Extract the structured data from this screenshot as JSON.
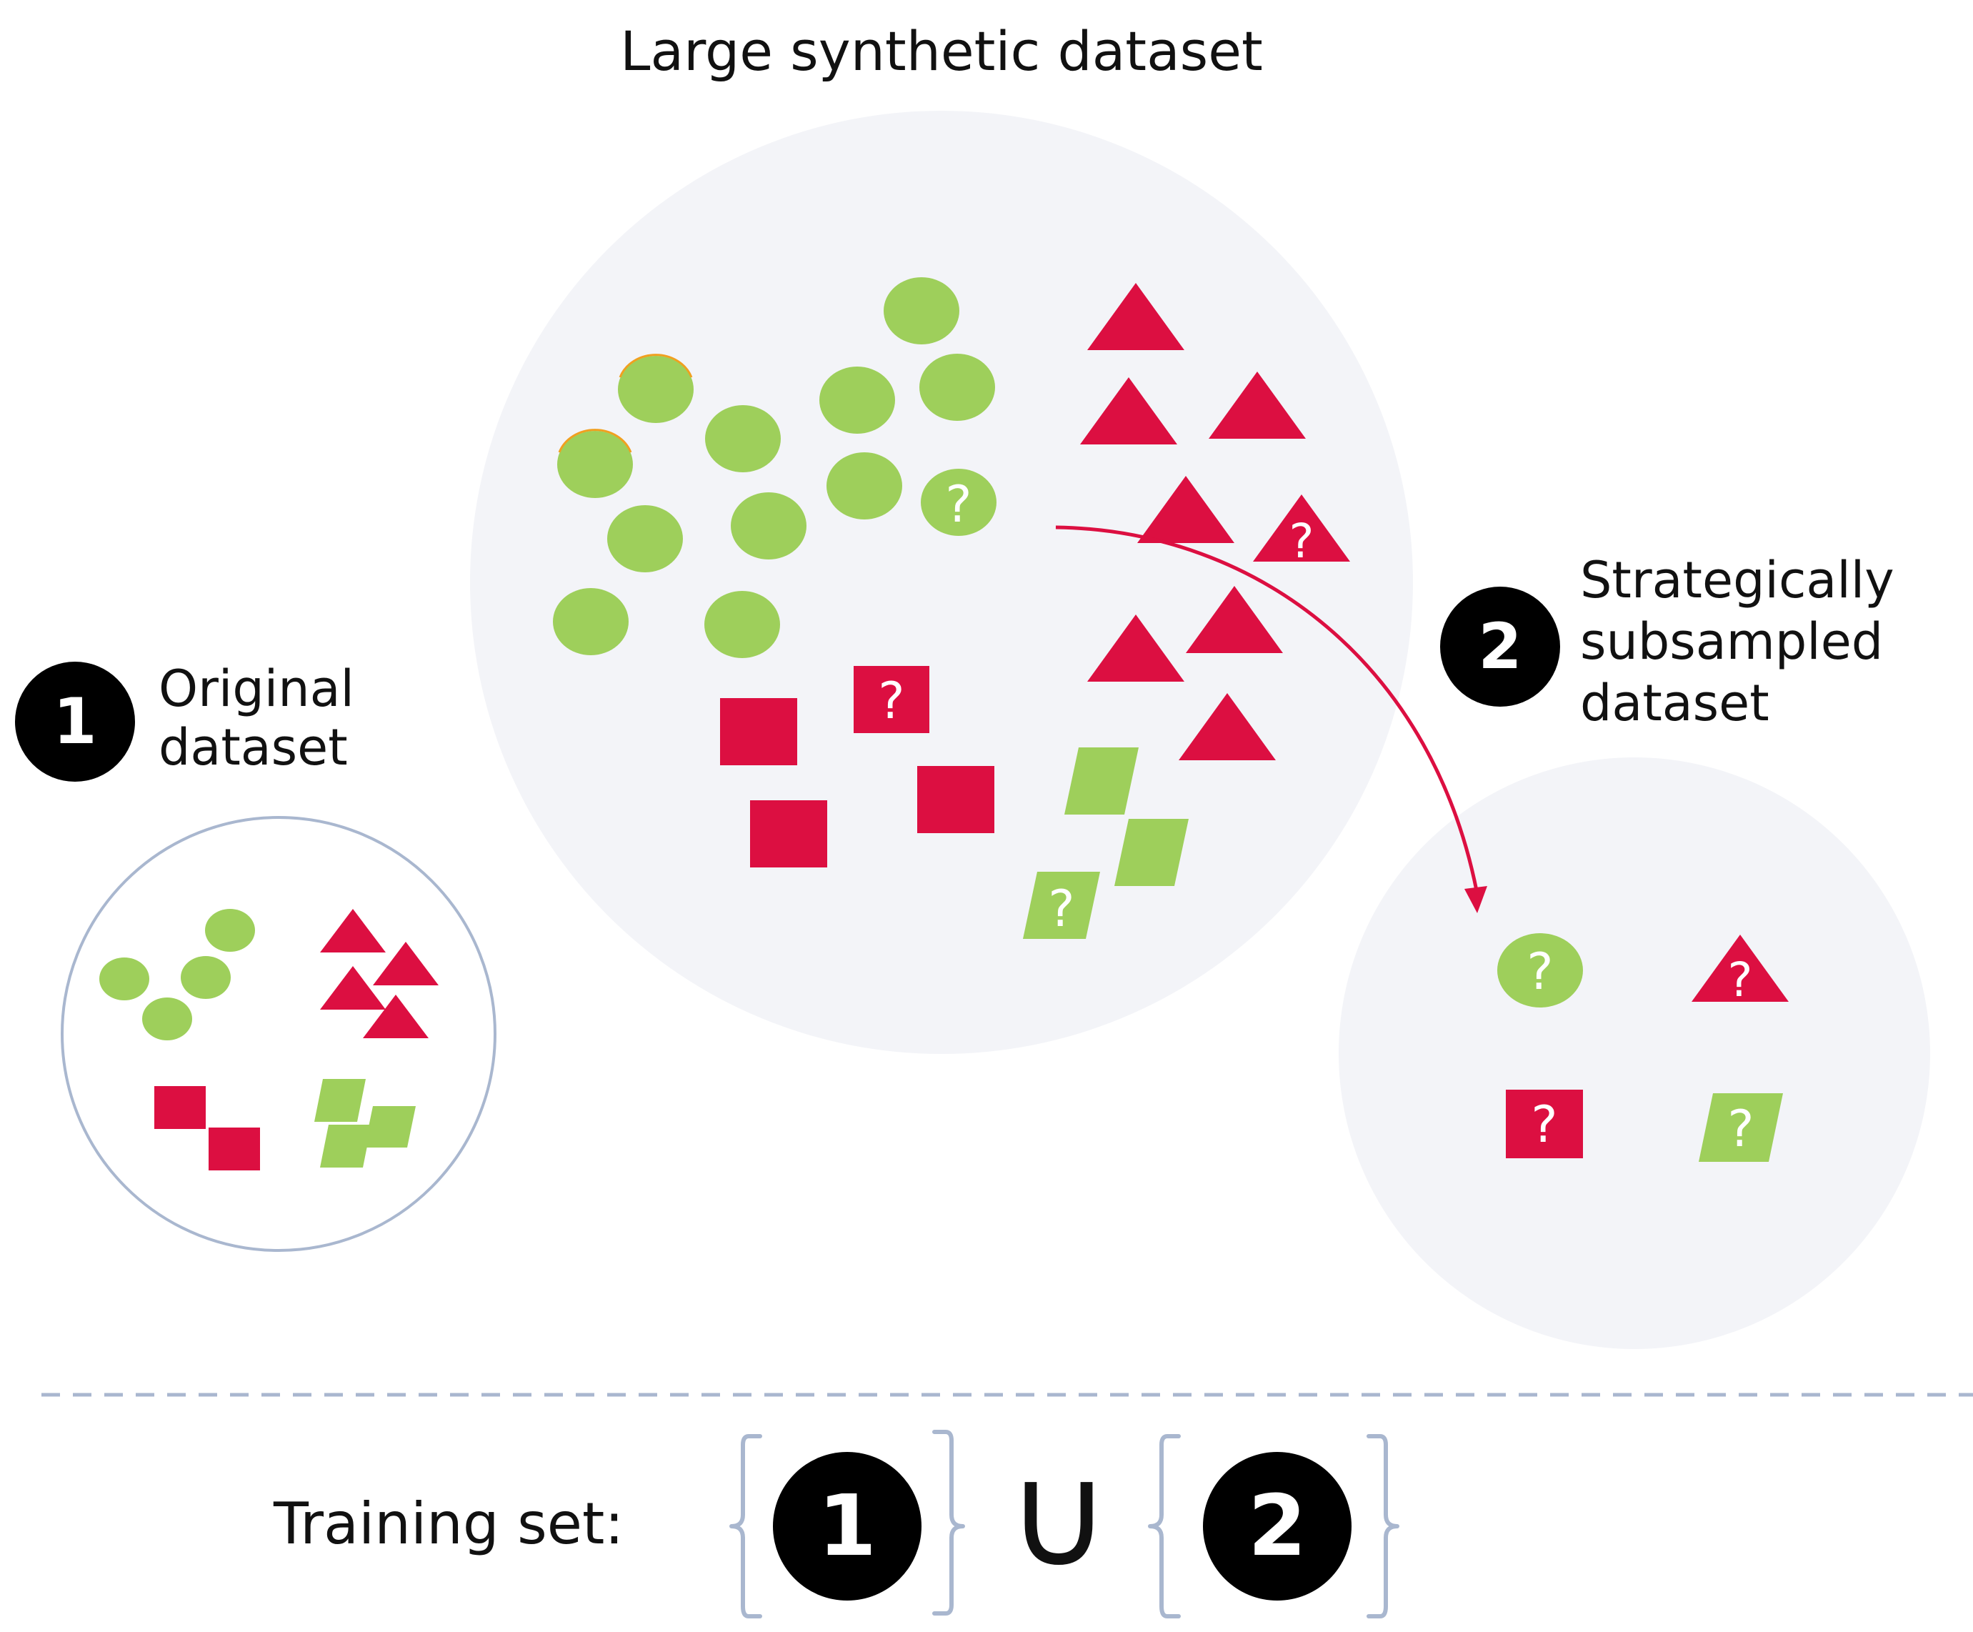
{
  "labels": {
    "large_title": "Large synthetic dataset",
    "original_line1": "Original",
    "original_line2": "dataset",
    "sub_line1": "Strategically",
    "sub_line2": "subsampled",
    "sub_line3": "dataset",
    "training": "Training set:",
    "union_symbol": "∪",
    "question_mark": "?"
  },
  "badges": {
    "one": "1",
    "two": "2"
  },
  "colors": {
    "green": "#9ecf5b",
    "red": "#dc0f41",
    "pale_circle": "#f3f4f8",
    "outline": "#a9b7cf",
    "dashed_line": "#a9b7cf",
    "bracket": "#a9b7cf",
    "badge": "#000000",
    "arrow": "#dc0f41"
  }
}
